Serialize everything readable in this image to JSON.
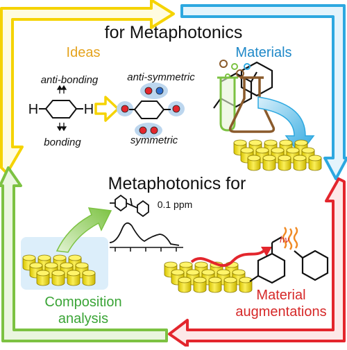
{
  "colors": {
    "yellow": "#f5d300",
    "blue": "#2da8e0",
    "red": "#e3262d",
    "green": "#7cc242",
    "ideas": "#e5a31d",
    "materials": "#1e88c8",
    "composition": "#3aa436",
    "augment": "#d62828",
    "flask": "#8a5a2b"
  },
  "title_top": "for Metaphotonics",
  "title_bottom": "Metaphotonics for",
  "quadrants": {
    "ideas": "Ideas",
    "materials": "Materials",
    "composition_line1": "Composition",
    "composition_line2": "analysis",
    "augment_line1": "Material",
    "augment_line2": "augmentations"
  },
  "orbital": {
    "anti_bonding": "anti-bonding",
    "bonding": "bonding",
    "anti_symmetric": "anti-symmetric",
    "symmetric": "symmetric",
    "atom_left": "H",
    "atom_right": "H"
  },
  "spectrum": {
    "label": "0.1 ppm"
  },
  "photon": {
    "label": "hν"
  }
}
